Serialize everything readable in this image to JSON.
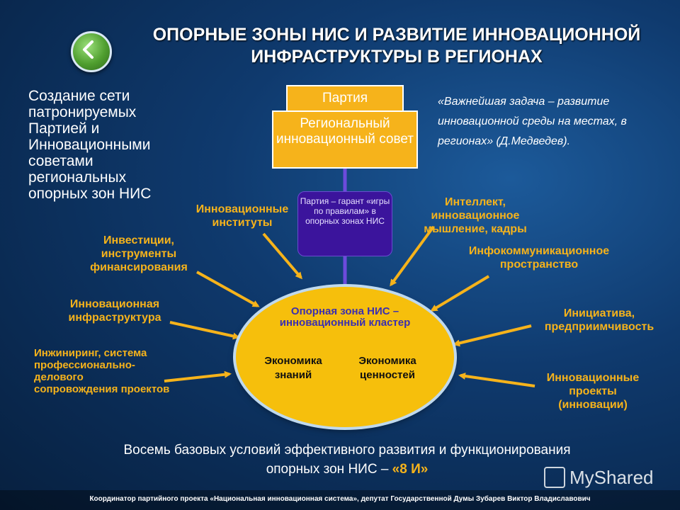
{
  "title_line1": "ОПОРНЫЕ ЗОНЫ НИС И РАЗВИТИЕ ИННОВАЦИОННОЙ",
  "title_line2": "ИНФРАСТРУКТУРЫ В РЕГИОНАХ",
  "left_text": "Создание сети патронируемых Партией и Инновационными советами региональных опорных зон НИС",
  "party_box": "Партия",
  "council_box": "Региональный инновационный совет",
  "quote": "«Важнейшая задача – развитие инновационной среды на местах, в регионах» (Д.Медведев).",
  "guarantee_box": "Партия – гарант «игры по правилам» в опорных зонах НИС",
  "conditions": {
    "institutes": "Инновационные институты",
    "investments": "Инвестиции, инструменты финансирования",
    "infrastructure": "Инновационная инфраструктура",
    "engineering": "Инжиниринг, система профессионально-делового сопровождения проектов",
    "intellect": "Интеллект, инновационное мышление, кадры",
    "infocomm": "Инфокоммуникационное пространство",
    "initiative": "Инициатива, предприимчивость",
    "projects": "Инновационные проекты (инновации)"
  },
  "cluster": {
    "title": "Опорная зона НИС – инновационный кластер",
    "left": "Экономика знаний",
    "right": "Экономика ценностей"
  },
  "bottom_line1": "Восемь базовых условий эффективного развития и функционирования",
  "bottom_line2_prefix": "опорных зон НИС –",
  "bottom_line2_highlight": "«8 И»",
  "footer": "Координатор партийного проекта «Национальная инновационная система», депутат Государственной Думы Зубарев Виктор Владиславович",
  "watermark": "MyShared",
  "colors": {
    "accent": "#f6b31b",
    "ellipse": "#f6bf0c",
    "guarantee_bg": "#3b149c",
    "cluster_title": "#3b2fb0"
  },
  "icons": {
    "back_button": "chevron-left-icon"
  }
}
